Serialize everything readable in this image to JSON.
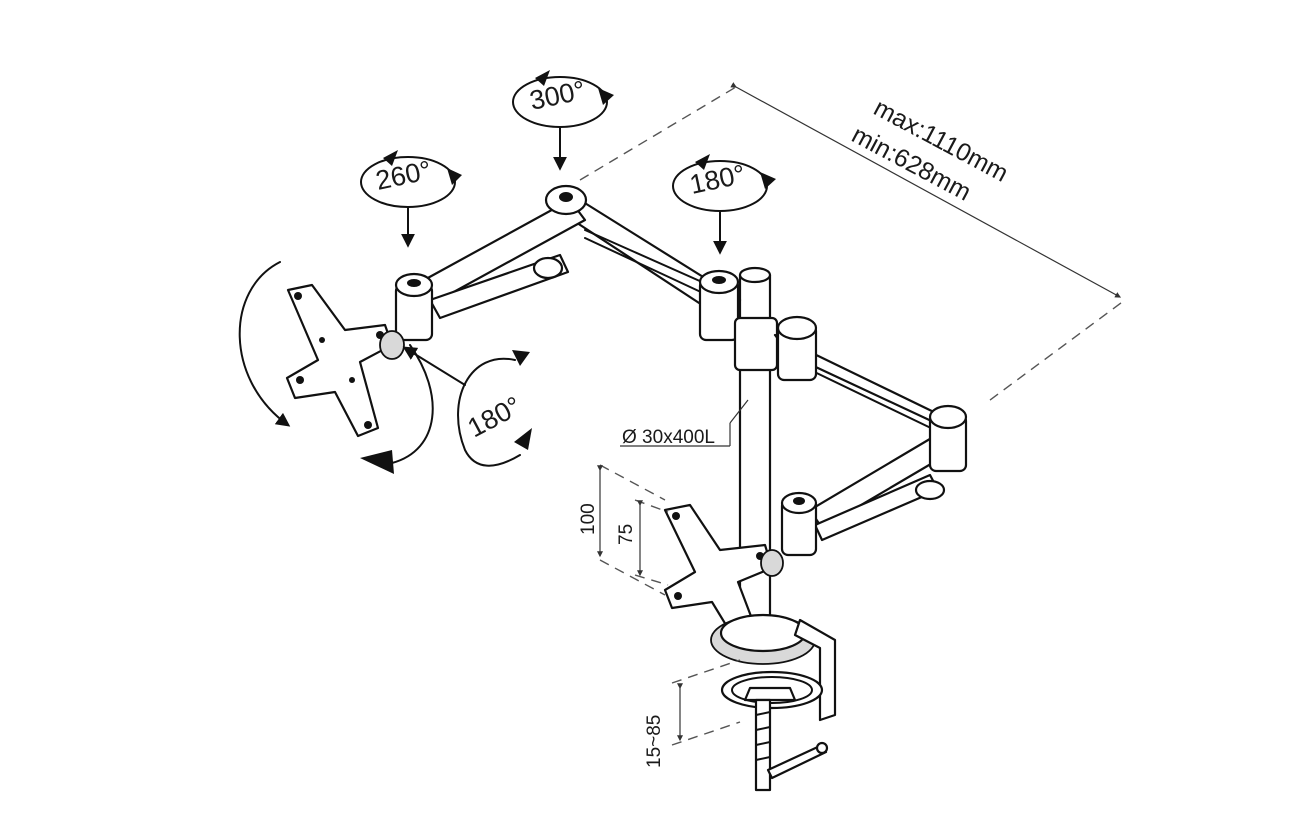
{
  "rotations": {
    "joint_left": "260°",
    "joint_middle": "300°",
    "joint_right": "180°",
    "tilt": "180°"
  },
  "reach": {
    "max": "max:1110mm",
    "min": "min:628mm"
  },
  "pole": {
    "spec": "Ø 30x400L"
  },
  "vesa": {
    "large": "100",
    "small": "75"
  },
  "clamp": {
    "range": "15~85"
  }
}
